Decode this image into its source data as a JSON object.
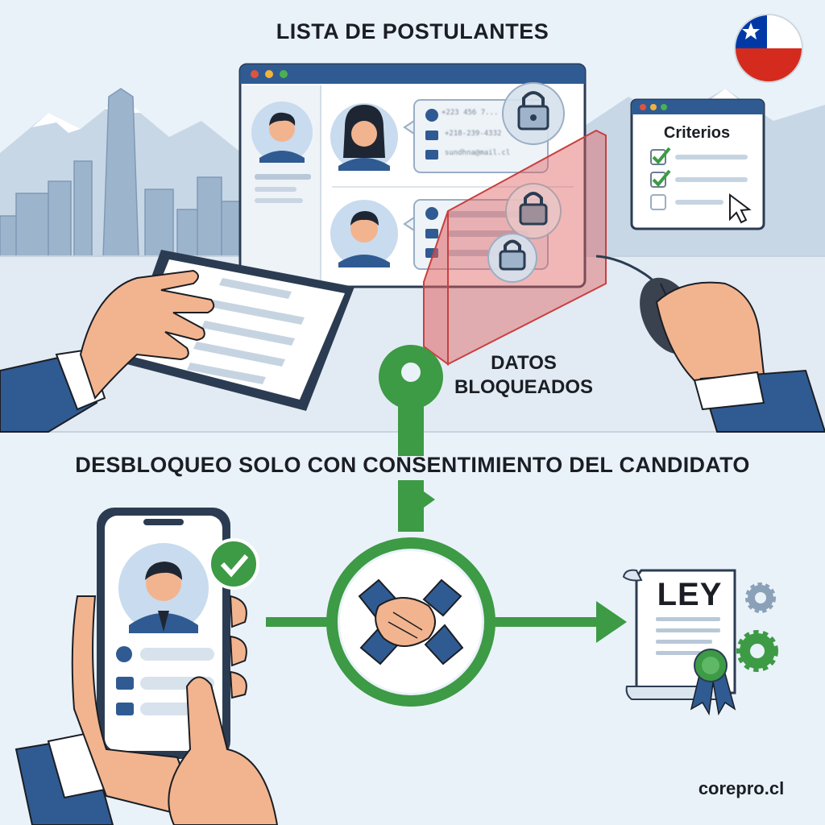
{
  "header": {
    "title": "LISTA DE POSTULANTES"
  },
  "country_flag": "chile-flag",
  "applicant_list": {
    "window_buttons": [
      "#e0533d",
      "#f0b43a",
      "#4caf50"
    ],
    "candidates": [
      {
        "contacts": [
          "+223 456 7...",
          "+218-239-4332",
          "sundhna@mail.cl"
        ]
      },
      {
        "contacts": [
          "",
          "",
          ""
        ]
      }
    ]
  },
  "criteria_panel": {
    "title": "Criterios",
    "items_checked": [
      true,
      true,
      false
    ]
  },
  "blocked_label": {
    "line1": "DATOS",
    "line2": "BLOQUEADOS"
  },
  "banner": {
    "text": "DESBLOQUEO SOLO CON CONSENTIMIENTO DEL CANDIDATO"
  },
  "law_document": {
    "title": "LEY"
  },
  "footer": {
    "brand": "corepro.cl"
  },
  "colors": {
    "accent_green": "#3d9a45",
    "brand_blue": "#2f5b92",
    "lock_red": "#e06060",
    "background": "#eaf2f9"
  }
}
